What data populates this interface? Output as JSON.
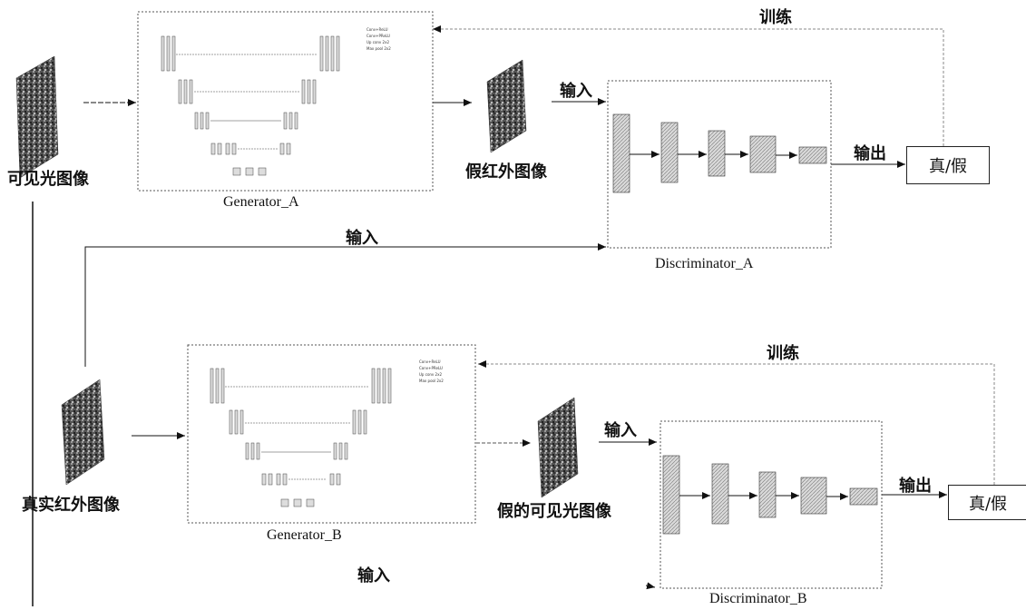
{
  "labels": {
    "visible_image": "可见光图像",
    "fake_ir_image": "假红外图像",
    "real_ir_image": "真实红外图像",
    "fake_visible_image": "假的可见光图像",
    "train_top": "训练",
    "train_bottom": "训练",
    "input_a_top": "输入",
    "input_a_side": "输入",
    "input_b_top": "输入",
    "input_b_bottom": "输入",
    "output_a": "输出",
    "output_b": "输出",
    "real_fake_a": "真/假",
    "real_fake_b": "真/假"
  },
  "captions": {
    "generator_a": "Generator_A",
    "generator_b": "Generator_B",
    "discriminator_a": "Discriminator_A",
    "discriminator_b": "Discriminator_B"
  },
  "unet_legend": {
    "generator_a": [
      "Conv+ReLU",
      "Conv+PReLU",
      "Up conv 2x2",
      "Max pool 2x2"
    ],
    "generator_b": [
      "Conv+ReLU",
      "Conv+PReLU",
      "Up conv 2x2",
      "Max pool 2x2"
    ]
  },
  "icons": {
    "photo": "grayscale-photo-thumbnail",
    "arrow": "arrow-right-icon"
  }
}
